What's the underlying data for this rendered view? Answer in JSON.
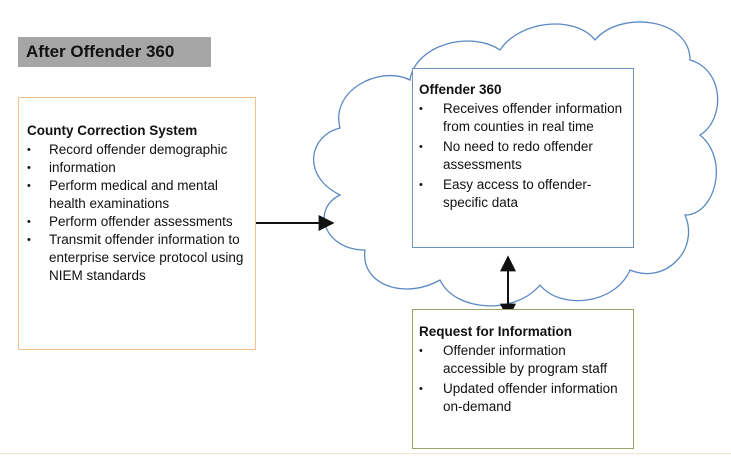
{
  "title": "After Offender 360",
  "county": {
    "heading": "County Correction System",
    "bullets": [
      "Record offender demographic",
      "information",
      "Perform medical and mental health examinations",
      "Perform offender assessments",
      "Transmit offender information to enterprise service protocol using NIEM standards"
    ]
  },
  "offender360": {
    "heading": "Offender 360",
    "bullets": [
      "Receives offender information from counties in real time",
      "No need to redo offender assessments",
      "Easy access to offender-specific data"
    ]
  },
  "rfi": {
    "heading": "Request for Information",
    "bullets": [
      "Offender information accessible by program staff",
      "Updated offender information on-demand"
    ]
  },
  "colors": {
    "title_bar": "#a6a6a6",
    "county_border": "#f3c18c",
    "cloud_outline": "#5b89c4",
    "offender360_border": "#6f93bf",
    "rfi_border": "#9aa46a"
  }
}
